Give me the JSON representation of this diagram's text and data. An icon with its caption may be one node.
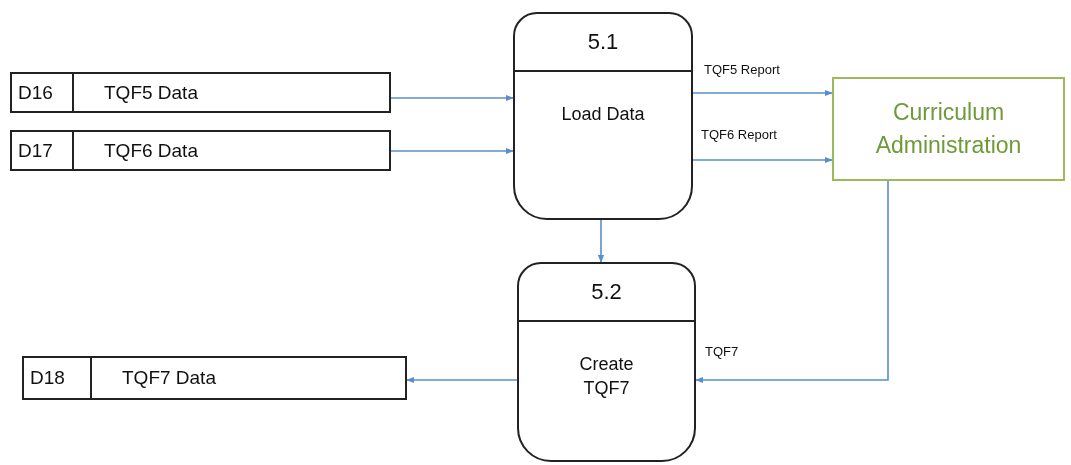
{
  "diagram": {
    "nodes": [
      {
        "text": [
          "D16",
          "TQF5 Data"
        ]
      },
      {
        "text": [
          "D17",
          "TQF6 Data"
        ]
      },
      {
        "text": [
          "5.1",
          "Load Data"
        ]
      },
      {
        "text": [
          "Curriculum Administration"
        ]
      },
      {
        "text": [
          "5.2",
          "Create TQF7"
        ]
      },
      {
        "text": [
          "D18",
          "TQF7 Data"
        ]
      }
    ],
    "edges": [
      {
        "from": 0,
        "to": 2,
        "arrow": "to"
      },
      {
        "from": 1,
        "to": 2,
        "arrow": "to"
      },
      {
        "from": 2,
        "to": 3,
        "label": "TQF5 Report",
        "arrow": "to"
      },
      {
        "from": 2,
        "to": 3,
        "label": "TQF6 Report",
        "arrow": "to"
      },
      {
        "from": 2,
        "to": 4,
        "arrow": "to"
      },
      {
        "from": 3,
        "to": 4,
        "label": "TQF7",
        "arrow": "to"
      },
      {
        "from": 4,
        "to": 5,
        "arrow": "to"
      }
    ]
  }
}
